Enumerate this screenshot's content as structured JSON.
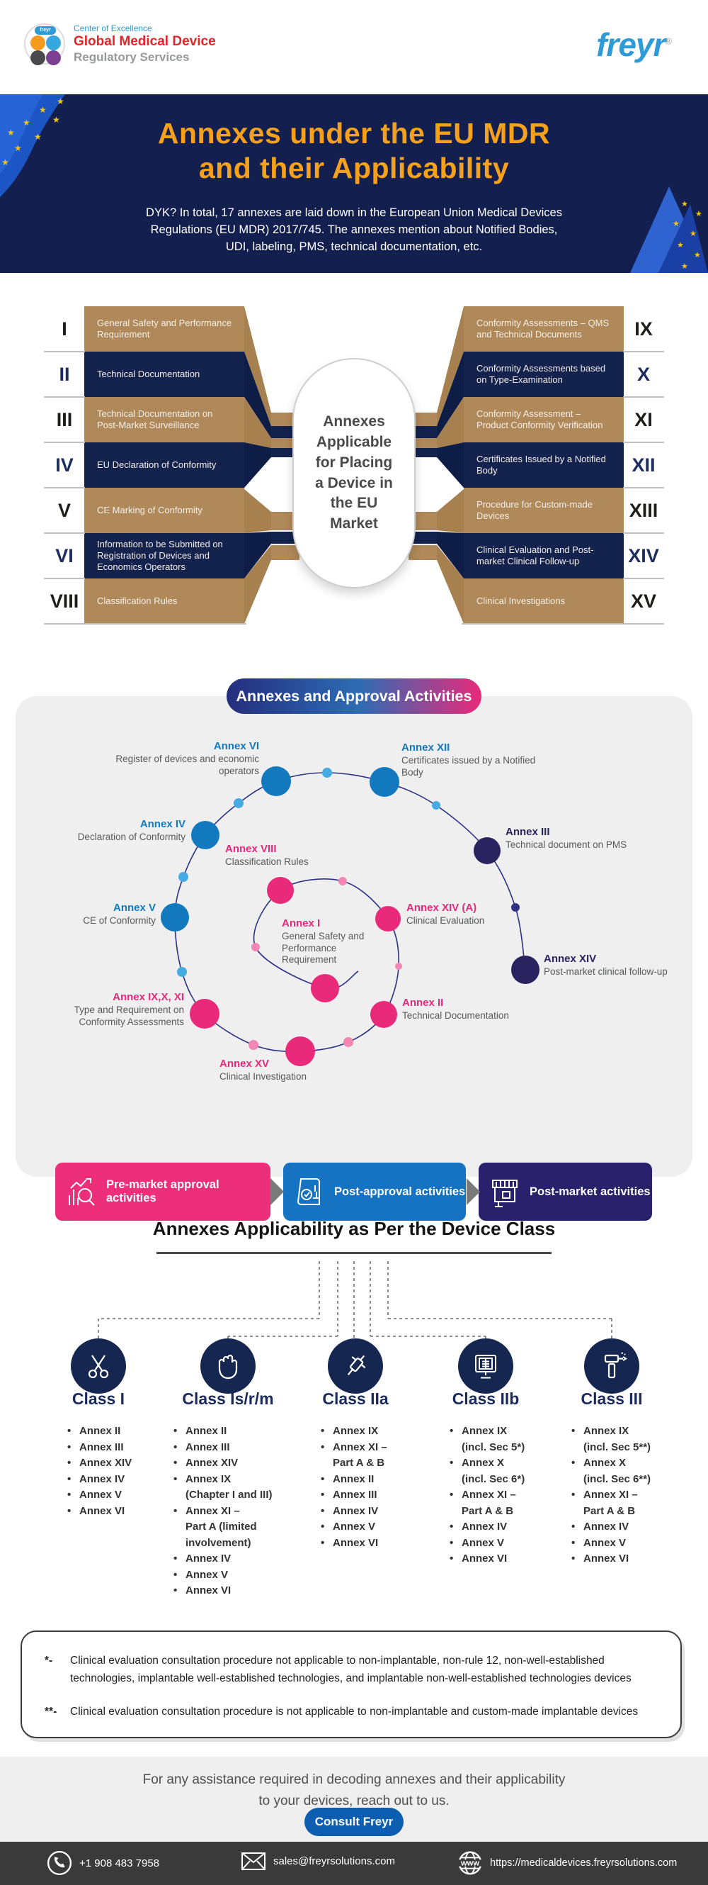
{
  "header": {
    "badge_text": "freyr",
    "coe": "Center of Excellence",
    "brand_line1": "Global Medical Device",
    "brand_line2": "Regulatory Services",
    "logo": "freyr",
    "logo_reg": "®"
  },
  "banner": {
    "title_line1": "Annexes under the EU MDR",
    "title_line2": "and their Applicability",
    "body_lines": [
      "DYK? In total, 17 annexes are laid down in the European Union Medical Devices",
      "Regulations (EU MDR) 2017/745. The annexes mention about Notified Bodies,",
      "UDI, labeling, PMS, technical documentation, etc."
    ]
  },
  "funnel": {
    "center": "Annexes Applicable for Placing a Device in the EU Market",
    "left": [
      {
        "num": "I",
        "label": "General Safety and Performance Requirement",
        "tone": "tan"
      },
      {
        "num": "II",
        "label": "Technical Documentation",
        "tone": "navy"
      },
      {
        "num": "III",
        "label": "Technical Documentation on Post-Market Surveillance",
        "tone": "tan"
      },
      {
        "num": "IV",
        "label": "EU Declaration of Conformity",
        "tone": "navy"
      },
      {
        "num": "V",
        "label": "CE Marking of Conformity",
        "tone": "tan"
      },
      {
        "num": "VI",
        "label": "Information to be Submitted on Registration of Devices and Economics Operators",
        "tone": "navy"
      },
      {
        "num": "VIII",
        "label": "Classification Rules",
        "tone": "tan"
      }
    ],
    "right": [
      {
        "num": "IX",
        "label": "Conformity Assessments – QMS and Technical Documents",
        "tone": "tan"
      },
      {
        "num": "X",
        "label": "Conformity Assessments based on Type-Examination",
        "tone": "navy"
      },
      {
        "num": "XI",
        "label": "Conformity Assessment – Product Conformity Verification",
        "tone": "tan"
      },
      {
        "num": "XII",
        "label": "Certificates Issued by a Notified Body",
        "tone": "navy"
      },
      {
        "num": "XIII",
        "label": "Procedure for Custom-made Devices",
        "tone": "tan"
      },
      {
        "num": "XIV",
        "label": "Clinical Evaluation and Post-market Clinical Follow-up",
        "tone": "navy"
      },
      {
        "num": "XV",
        "label": "Clinical Investigations",
        "tone": "tan"
      }
    ]
  },
  "approval": {
    "header": "Annexes and Approval Activities",
    "nodes": [
      {
        "title": "Annex VI",
        "desc": "Register of devices and economic operators",
        "palette": "blue"
      },
      {
        "title": "Annex XII",
        "desc": "Certificates issued by a Notified Body",
        "palette": "blue"
      },
      {
        "title": "Annex IV",
        "desc": "Declaration of Conformity",
        "palette": "blue"
      },
      {
        "title": "Annex V",
        "desc": "CE of Conformity",
        "palette": "blue"
      },
      {
        "title": "Annex III",
        "desc": "Technical document on PMS",
        "palette": "navy"
      },
      {
        "title": "Annex XIV",
        "desc": "Post-market clinical follow-up",
        "palette": "navy"
      },
      {
        "title": "Annex IX,X, XI",
        "desc": "Type and Requirement on Conformity Assessments",
        "palette": "pink"
      },
      {
        "title": "Annex XV",
        "desc": "Clinical Investigation",
        "palette": "pink"
      },
      {
        "title": "Annex II",
        "desc": "Technical Documentation",
        "palette": "pink"
      },
      {
        "title": "Annex XIV (A)",
        "desc": "Clinical Evaluation",
        "palette": "pink"
      },
      {
        "title": "Annex VIII",
        "desc": "Classification Rules",
        "palette": "pink"
      },
      {
        "title": "Annex I",
        "desc": "General Safety and Performance Requirement",
        "palette": "pink"
      }
    ]
  },
  "legend": [
    {
      "label": "Pre-market approval activities",
      "color": "#EC2E7B",
      "icon": "chart-magnifier-icon"
    },
    {
      "label": "Post-approval activities",
      "color": "#1573C1",
      "icon": "stamp-document-icon"
    },
    {
      "label": "Post-market activities",
      "color": "#29216B",
      "icon": "storefront-icon"
    }
  ],
  "classes": {
    "heading": "Annexes Applicability as Per the Device Class",
    "items": [
      {
        "name": "Class I",
        "icon": "scissors-icon",
        "annexes": [
          {
            "t": "Annex II"
          },
          {
            "t": "Annex III"
          },
          {
            "t": "Annex XIV"
          },
          {
            "t": "Annex IV"
          },
          {
            "t": "Annex V"
          },
          {
            "t": "Annex VI"
          }
        ]
      },
      {
        "name": "Class Is/r/m",
        "icon": "hand-icon",
        "annexes": [
          {
            "t": "Annex II"
          },
          {
            "t": "Annex III"
          },
          {
            "t": "Annex XIV"
          },
          {
            "t": "Annex IX",
            "sub": [
              "(Chapter I and III)"
            ]
          },
          {
            "t": "Annex XI –",
            "sub": [
              "Part A (limited",
              "involvement)"
            ]
          },
          {
            "t": "Annex IV"
          },
          {
            "t": "Annex V"
          },
          {
            "t": "Annex VI"
          }
        ]
      },
      {
        "name": "Class IIa",
        "icon": "syringe-icon",
        "annexes": [
          {
            "t": "Annex IX"
          },
          {
            "t": "Annex XI –",
            "sub": [
              "Part A & B"
            ]
          },
          {
            "t": "Annex II"
          },
          {
            "t": "Annex III"
          },
          {
            "t": "Annex IV"
          },
          {
            "t": "Annex V"
          },
          {
            "t": "Annex VI"
          }
        ]
      },
      {
        "name": "Class IIb",
        "icon": "xray-monitor-icon",
        "annexes": [
          {
            "t": "Annex IX",
            "sub": [
              "(incl. Sec 5*)"
            ]
          },
          {
            "t": "Annex X",
            "sub": [
              "(incl. Sec 6*)"
            ]
          },
          {
            "t": "Annex XI –",
            "sub": [
              "Part A & B"
            ]
          },
          {
            "t": "Annex IV"
          },
          {
            "t": "Annex V"
          },
          {
            "t": "Annex VI"
          }
        ]
      },
      {
        "name": "Class III",
        "icon": "drill-icon",
        "annexes": [
          {
            "t": "Annex IX",
            "sub": [
              "(incl. Sec 5**)"
            ]
          },
          {
            "t": "Annex X",
            "sub": [
              "(incl. Sec 6**)"
            ]
          },
          {
            "t": "Annex XI –",
            "sub": [
              "Part A & B"
            ]
          },
          {
            "t": "Annex IV"
          },
          {
            "t": "Annex V"
          },
          {
            "t": "Annex VI"
          }
        ]
      }
    ]
  },
  "footnotes": [
    {
      "mark": "*-",
      "text": "Clinical evaluation consultation procedure not applicable to non-implantable, non-rule 12, non-well-established technologies, implantable well-established technologies, and implantable non-well-established technologies devices"
    },
    {
      "mark": "**-",
      "text": "Clinical evaluation consultation procedure is not applicable to non-implantable and custom-made implantable devices"
    }
  ],
  "assist": {
    "line1": "For any assistance required in decoding annexes and their applicability",
    "line2": "to your devices, reach out to us.",
    "button": "Consult Freyr"
  },
  "footer": {
    "phone": "+1 908 483 7958",
    "email": "sales@freyrsolutions.com",
    "url": "https://medicaldevices.freyrsolutions.com",
    "web_icon_text": "www"
  },
  "colors": {
    "tan": "#B0895A",
    "navy": "#13234E",
    "blue": "#1379BF",
    "light_blue": "#45ABE2",
    "pink": "#E92A7A",
    "light_pink": "#F286B4",
    "dark_navy": "#29245F",
    "navy_dot": "#2F3285",
    "orange": "#F5A11C",
    "banner_navy": "#13204F",
    "line": "#2B3186",
    "numeral_dark": "#1D1D1B",
    "numeral_navy": "#1C2D5E",
    "footer_gray": "#3A3A3A",
    "consult_blue": "#0D5EB0",
    "brand_red": "#E62328",
    "brand_blue": "#2F9BD8"
  }
}
